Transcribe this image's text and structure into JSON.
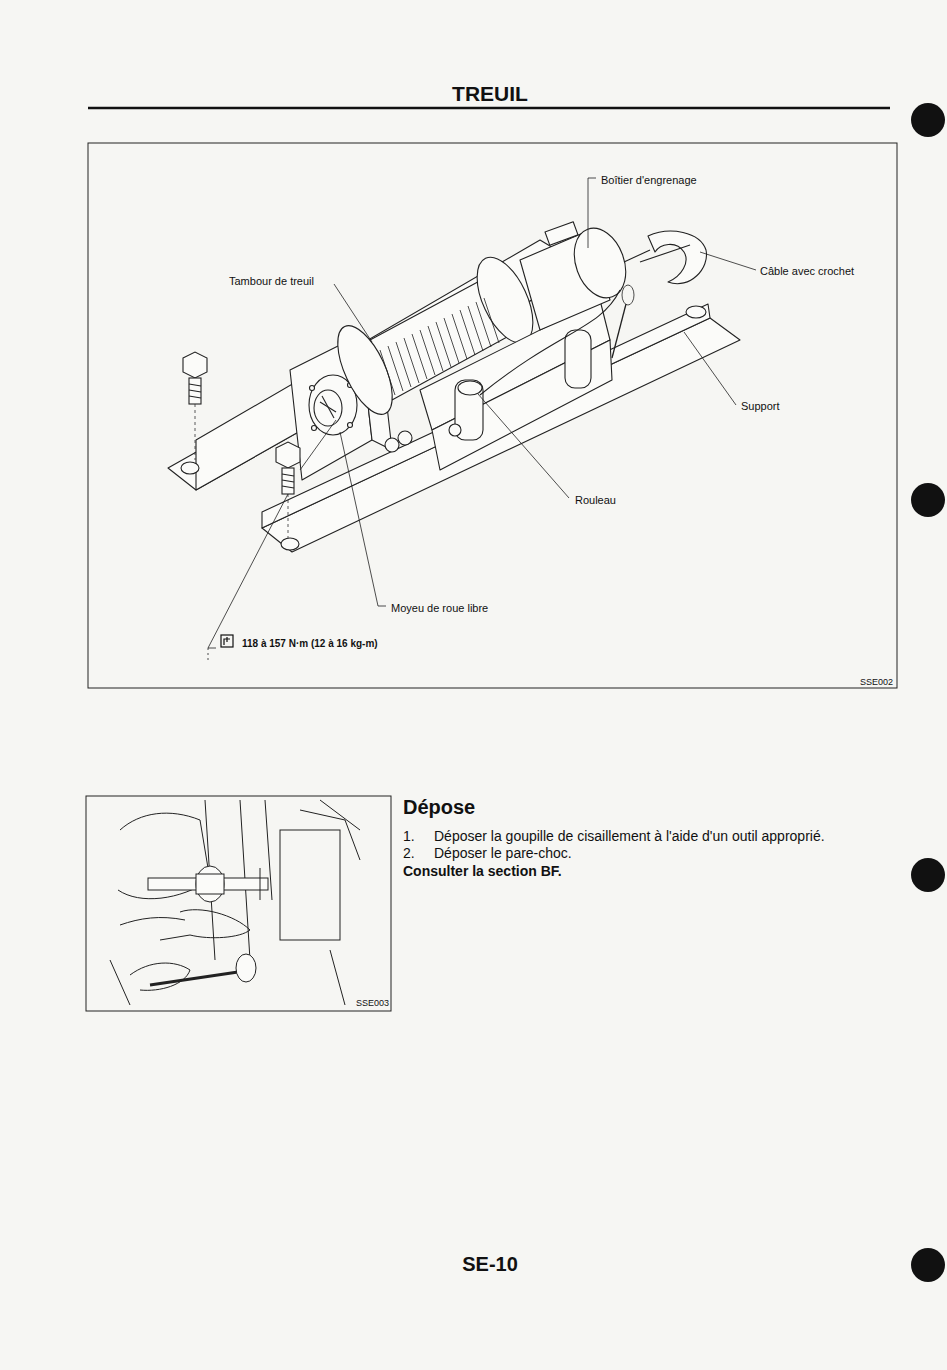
{
  "diagram": {
    "title": "TREUIL",
    "labels": [
      "Boîtier d'engrenage",
      "Câble avec crochet",
      "Tambour de treuil",
      "Support",
      "Rouleau",
      "Moyeu de roue libre",
      "118 à 157 N·m (12 à 16 kg-m)",
      "SSE002",
      "SSE003",
      "Dépose",
      "1.",
      "Déposer la goupille de cisaillement à l'aide d'un outil approprié.",
      "2.",
      "Déposer le pare-choc.",
      "Consulter la section BF.",
      "SE-10"
    ]
  }
}
